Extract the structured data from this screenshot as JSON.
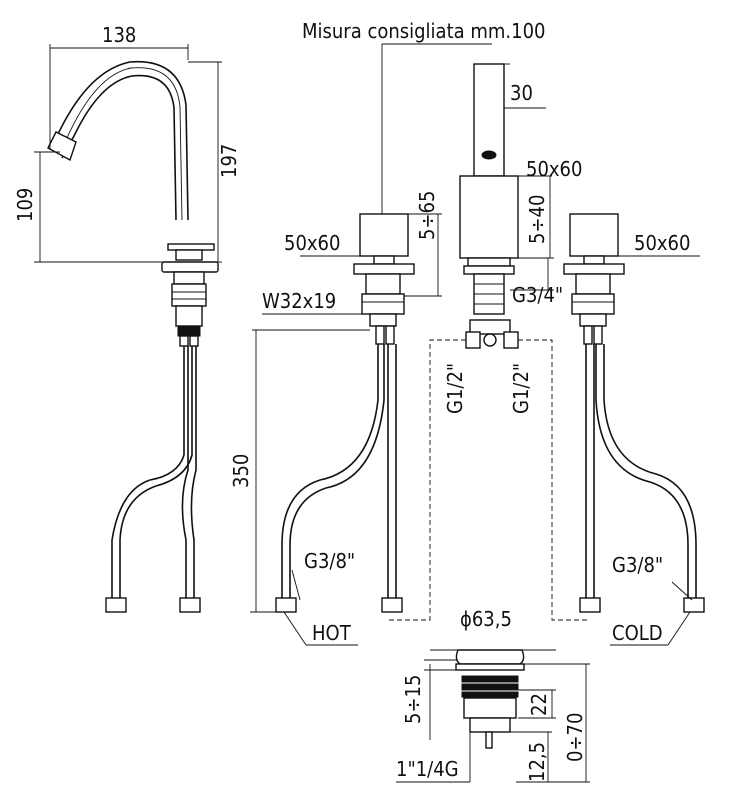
{
  "dimensions": {
    "spout_reach": "138",
    "spout_height": "197",
    "outlet_height": "109",
    "recommended_spacing": "Misura consigliata mm.100",
    "body_diameter": "30",
    "handle_size_left": "50x60",
    "handle_size_center": "50x60",
    "handle_size_right": "50x60",
    "deck_thickness_left": "5÷65",
    "deck_thickness_center": "5÷40",
    "nut_size": "W32x19",
    "center_connection": "G3/4\"",
    "left_branch": "G1/2\"",
    "right_branch": "G1/2\"",
    "hose_length": "350",
    "hose_thread_left": "G3/8\"",
    "hose_thread_right": "G3/8\"",
    "hot_label": "HOT",
    "cold_label": "COLD",
    "drain_diameter": "ϕ63,5",
    "drain_deck": "5÷15",
    "drain_body": "22",
    "drain_range": "0÷70",
    "drain_bottom": "12,5",
    "drain_thread": "1\"1/4G"
  }
}
